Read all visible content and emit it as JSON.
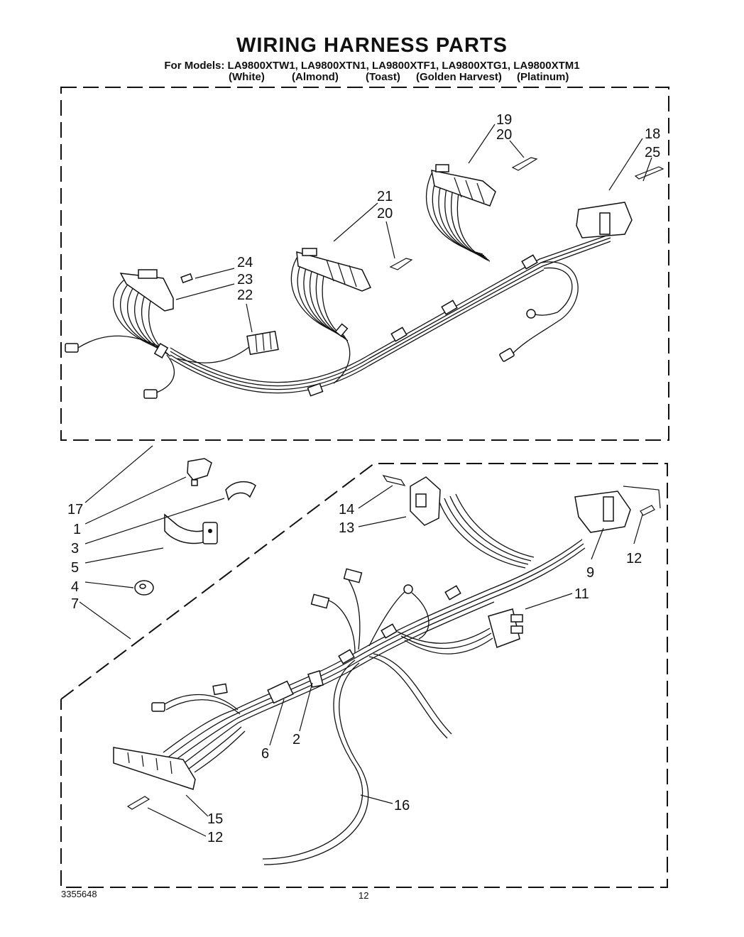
{
  "header": {
    "title": "WIRING HARNESS PARTS",
    "models": "For Models: LA9800XTW1, LA9800XTN1, LA9800XTF1, LA9800XTG1, LA9800XTM1",
    "variants": [
      "(White)",
      "(Almond)",
      "(Toast)",
      "(Golden Harvest)",
      "(Platinum)"
    ]
  },
  "callouts": {
    "top": [
      "19",
      "20",
      "18",
      "25",
      "21",
      "20",
      "24",
      "23",
      "22"
    ],
    "left": [
      "17",
      "1",
      "3",
      "5",
      "4",
      "7"
    ],
    "bottom": [
      "14",
      "13",
      "12",
      "9",
      "11",
      "6",
      "2",
      "16",
      "15",
      "12"
    ]
  },
  "footer": {
    "doc_number": "3355648",
    "page_number": "12"
  },
  "colors": {
    "ink": "#111111",
    "paper": "#ffffff"
  }
}
